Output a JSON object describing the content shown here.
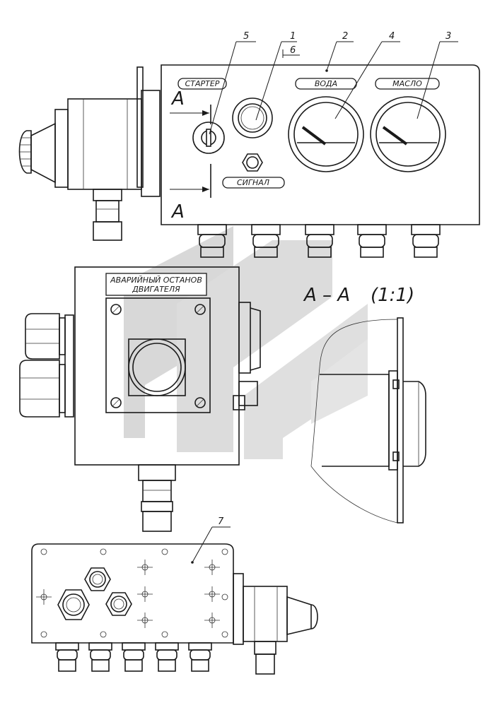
{
  "callouts": [
    "1",
    "2",
    "3",
    "4",
    "5",
    "6",
    "7"
  ],
  "labels": {
    "starter": "СТАРТЕР",
    "water": "ВОДА",
    "oil": "МАСЛО",
    "signal": "СИГНАЛ",
    "emergency_line1": "АВАРИЙНЫЙ ОСТАНОВ",
    "emergency_line2": "ДВИГАТЕЛЯ"
  },
  "section": {
    "letter": "А",
    "title": "А – А",
    "scale": "(1:1)"
  },
  "watermark_color": "#cfcfcf",
  "line_color": "#1a1a1a"
}
